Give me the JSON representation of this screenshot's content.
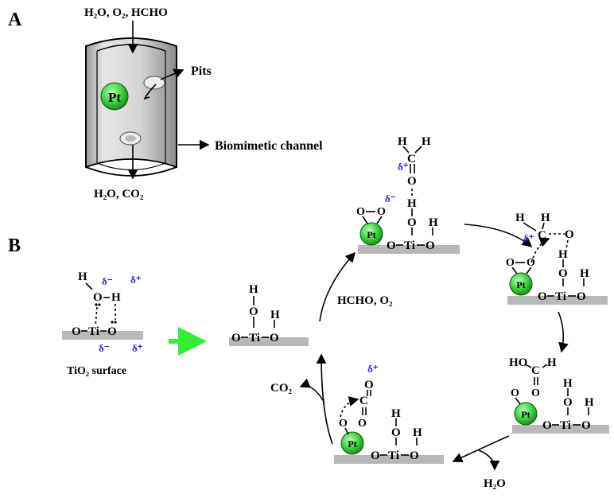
{
  "panels": {
    "a": "A",
    "b": "B"
  },
  "panel_a": {
    "inputs": "H₂O, O₂, HCHO",
    "outputs": "H₂O, CO₂",
    "pt_label": "Pt",
    "pits_label": "Pits",
    "channel_label": "Biomimetic channel"
  },
  "panel_b": {
    "surface_label": "TiO₂ surface",
    "reactants": "HCHO, O₂",
    "co2": "CO₂",
    "h2o": "H₂O",
    "atoms": {
      "H": "H",
      "O": "O",
      "Ti": "Ti",
      "C": "C",
      "Pt": "Pt",
      "HO": "HO"
    },
    "charges": {
      "minus": "δ⁻",
      "plus": "δ⁺"
    }
  },
  "colors": {
    "pt_sphere": "#3ed13e",
    "arrow_green": "#33ee33",
    "charge_blue": "#2a2ad0",
    "surface": "#b8b8b8",
    "channel": "#d9d9d9"
  }
}
